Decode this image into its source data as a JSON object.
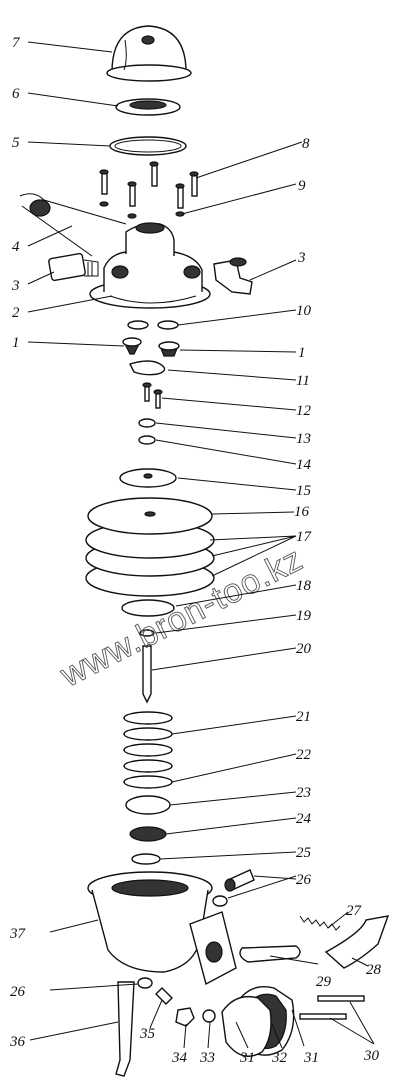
{
  "watermark": "www.bron-too.kz",
  "labels": {
    "l1a": "1",
    "l1b": "1",
    "l2": "2",
    "l3a": "3",
    "l3b": "3",
    "l4": "4",
    "l5": "5",
    "l6": "6",
    "l7": "7",
    "l8": "8",
    "l9": "9",
    "l10": "10",
    "l11": "11",
    "l12": "12",
    "l13": "13",
    "l14": "14",
    "l15": "15",
    "l16": "16",
    "l17": "17",
    "l18": "18",
    "l19": "19",
    "l20": "20",
    "l21": "21",
    "l22": "22",
    "l23": "23",
    "l24": "24",
    "l25": "25",
    "l26a": "26",
    "l26b": "26",
    "l27": "27",
    "l28": "28",
    "l29": "29",
    "l30": "30",
    "l31a": "31",
    "l31b": "31",
    "l32": "32",
    "l33": "33",
    "l34": "34",
    "l35": "35",
    "l36": "36",
    "l37": "37"
  }
}
